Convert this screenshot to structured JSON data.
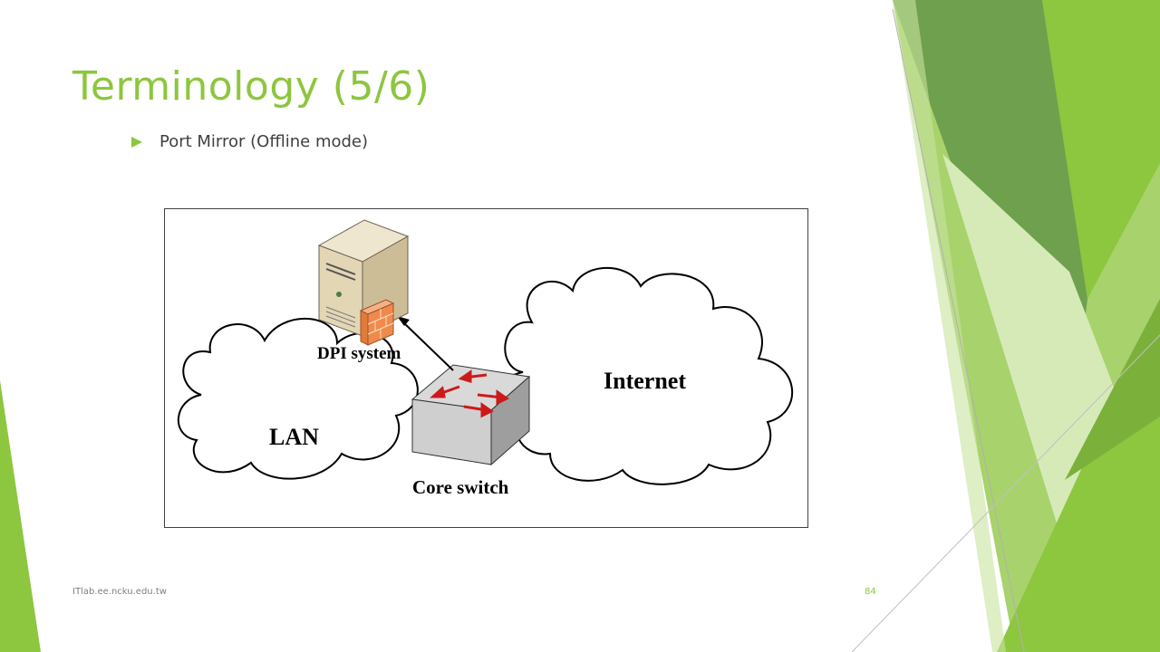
{
  "slide": {
    "title": "Terminology (5/6)",
    "bullet": "Port Mirror (Offline mode)",
    "footer_url": "ITlab.ee.ncku.edu.tw",
    "page_number": "84"
  },
  "diagram": {
    "dpi_label": "DPI system",
    "lan_label": "LAN",
    "internet_label": "Internet",
    "switch_label": "Core switch"
  },
  "colors": {
    "accent": "#8dc63f",
    "accent_dark": "#5f9a3a",
    "accent_light": "#cfe6a8",
    "text": "#404040",
    "arrow_red": "#cc1a1a"
  }
}
